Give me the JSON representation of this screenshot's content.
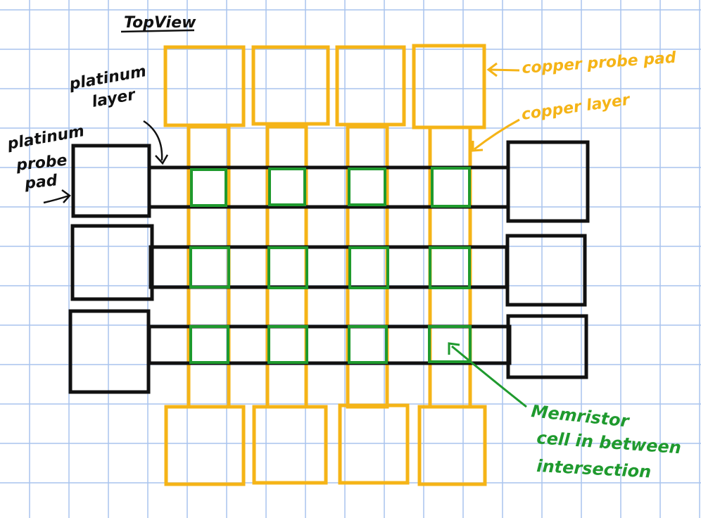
{
  "title": "TopView",
  "labels": {
    "platinum_layer": [
      "platinum",
      "layer"
    ],
    "platinum_probe_pad": [
      "platinum",
      "probe",
      "pad"
    ],
    "copper_probe_pad": "copper probe pad",
    "copper_layer": "copper layer",
    "memristor_cell": [
      "Memristor",
      "cell in between",
      "intersection"
    ]
  },
  "colors": {
    "grid": "#a9c4ee",
    "platinum": "#111111",
    "copper": "#f5b417",
    "memristor": "#1f9a2e"
  },
  "structure": {
    "copper_columns": 4,
    "platinum_rows": 3,
    "memristor_cells": 12
  }
}
